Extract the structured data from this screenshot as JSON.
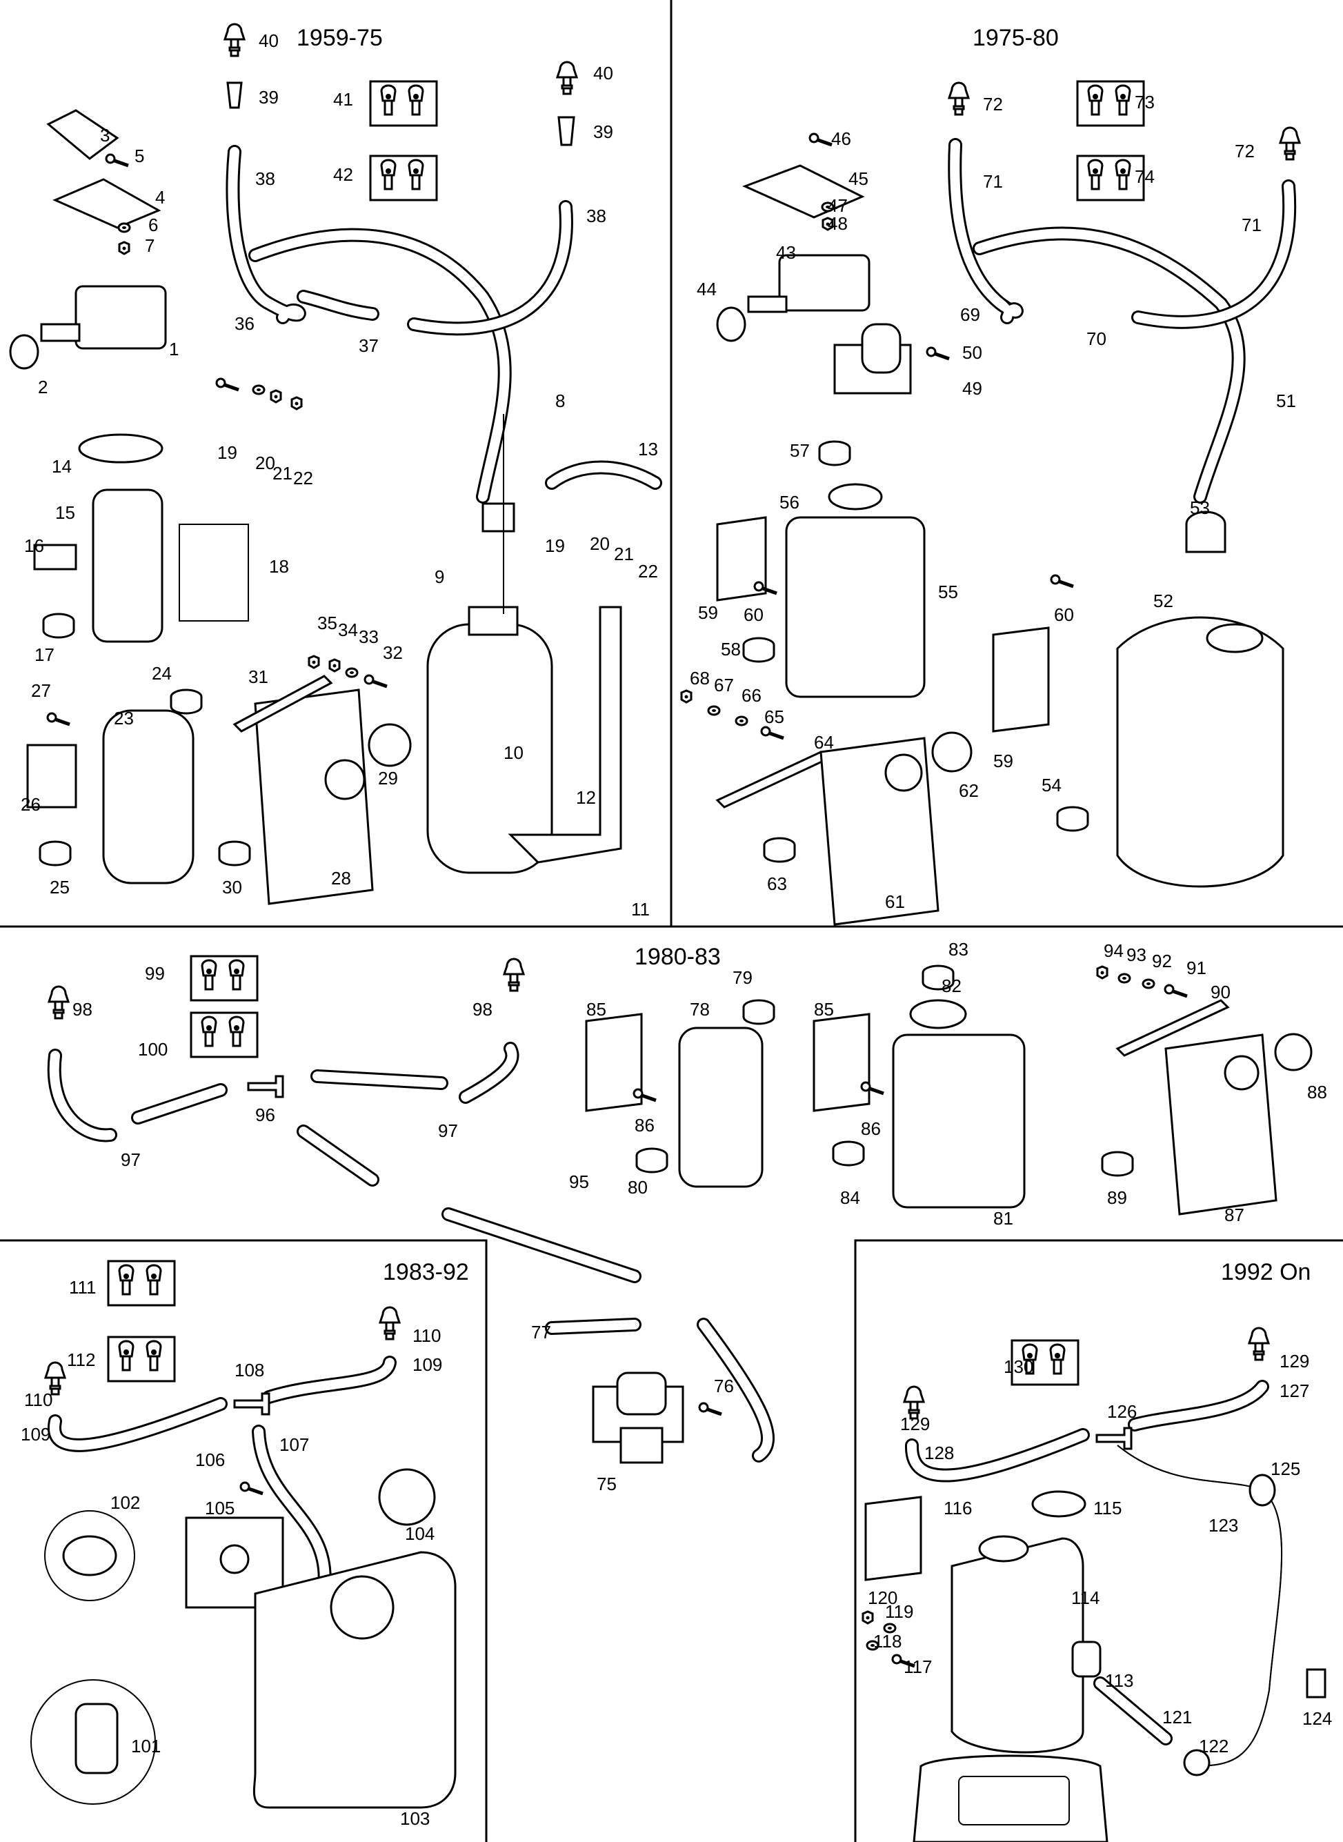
{
  "sections": [
    {
      "id": "s1959",
      "title": "1959-75"
    },
    {
      "id": "s1975",
      "title": "1975-80"
    },
    {
      "id": "s1980",
      "title": "1980-83"
    },
    {
      "id": "s1983",
      "title": "1983-92"
    },
    {
      "id": "s1992",
      "title": "1992 On"
    }
  ],
  "part_labels": [
    {
      "n": "40"
    },
    {
      "n": "39"
    },
    {
      "n": "41"
    },
    {
      "n": "42"
    },
    {
      "n": "40"
    },
    {
      "n": "39"
    },
    {
      "n": "3"
    },
    {
      "n": "5"
    },
    {
      "n": "38"
    },
    {
      "n": "4"
    },
    {
      "n": "6"
    },
    {
      "n": "7"
    },
    {
      "n": "38"
    },
    {
      "n": "36"
    },
    {
      "n": "37"
    },
    {
      "n": "1"
    },
    {
      "n": "2"
    },
    {
      "n": "8"
    },
    {
      "n": "13"
    },
    {
      "n": "14"
    },
    {
      "n": "19"
    },
    {
      "n": "20"
    },
    {
      "n": "21"
    },
    {
      "n": "22"
    },
    {
      "n": "15"
    },
    {
      "n": "9"
    },
    {
      "n": "19"
    },
    {
      "n": "20"
    },
    {
      "n": "21"
    },
    {
      "n": "22"
    },
    {
      "n": "16"
    },
    {
      "n": "18"
    },
    {
      "n": "17"
    },
    {
      "n": "35"
    },
    {
      "n": "34"
    },
    {
      "n": "33"
    },
    {
      "n": "32"
    },
    {
      "n": "24"
    },
    {
      "n": "31"
    },
    {
      "n": "27"
    },
    {
      "n": "23"
    },
    {
      "n": "10"
    },
    {
      "n": "29"
    },
    {
      "n": "12"
    },
    {
      "n": "26"
    },
    {
      "n": "25"
    },
    {
      "n": "30"
    },
    {
      "n": "28"
    },
    {
      "n": "11"
    },
    {
      "n": "72"
    },
    {
      "n": "73"
    },
    {
      "n": "46"
    },
    {
      "n": "72"
    },
    {
      "n": "45"
    },
    {
      "n": "71"
    },
    {
      "n": "74"
    },
    {
      "n": "47"
    },
    {
      "n": "48"
    },
    {
      "n": "71"
    },
    {
      "n": "43"
    },
    {
      "n": "44"
    },
    {
      "n": "69"
    },
    {
      "n": "70"
    },
    {
      "n": "50"
    },
    {
      "n": "49"
    },
    {
      "n": "51"
    },
    {
      "n": "57"
    },
    {
      "n": "56"
    },
    {
      "n": "53"
    },
    {
      "n": "55"
    },
    {
      "n": "59"
    },
    {
      "n": "60"
    },
    {
      "n": "60"
    },
    {
      "n": "52"
    },
    {
      "n": "58"
    },
    {
      "n": "68"
    },
    {
      "n": "67"
    },
    {
      "n": "66"
    },
    {
      "n": "65"
    },
    {
      "n": "64"
    },
    {
      "n": "62"
    },
    {
      "n": "59"
    },
    {
      "n": "54"
    },
    {
      "n": "63"
    },
    {
      "n": "61"
    },
    {
      "n": "83"
    },
    {
      "n": "94"
    },
    {
      "n": "93"
    },
    {
      "n": "92"
    },
    {
      "n": "91"
    },
    {
      "n": "99"
    },
    {
      "n": "79"
    },
    {
      "n": "82"
    },
    {
      "n": "90"
    },
    {
      "n": "98"
    },
    {
      "n": "85"
    },
    {
      "n": "85"
    },
    {
      "n": "78"
    },
    {
      "n": "98"
    },
    {
      "n": "100"
    },
    {
      "n": "96"
    },
    {
      "n": "86"
    },
    {
      "n": "86"
    },
    {
      "n": "88"
    },
    {
      "n": "97"
    },
    {
      "n": "97"
    },
    {
      "n": "80"
    },
    {
      "n": "84"
    },
    {
      "n": "89"
    },
    {
      "n": "95"
    },
    {
      "n": "81"
    },
    {
      "n": "87"
    },
    {
      "n": "111"
    },
    {
      "n": "110"
    },
    {
      "n": "112"
    },
    {
      "n": "109"
    },
    {
      "n": "108"
    },
    {
      "n": "110"
    },
    {
      "n": "107"
    },
    {
      "n": "109"
    },
    {
      "n": "106"
    },
    {
      "n": "102"
    },
    {
      "n": "105"
    },
    {
      "n": "104"
    },
    {
      "n": "101"
    },
    {
      "n": "103"
    },
    {
      "n": "77"
    },
    {
      "n": "76"
    },
    {
      "n": "75"
    },
    {
      "n": "130"
    },
    {
      "n": "129"
    },
    {
      "n": "127"
    },
    {
      "n": "126"
    },
    {
      "n": "129"
    },
    {
      "n": "128"
    },
    {
      "n": "125"
    },
    {
      "n": "116"
    },
    {
      "n": "115"
    },
    {
      "n": "123"
    },
    {
      "n": "114"
    },
    {
      "n": "120"
    },
    {
      "n": "119"
    },
    {
      "n": "118"
    },
    {
      "n": "117"
    },
    {
      "n": "113"
    },
    {
      "n": "121"
    },
    {
      "n": "122"
    },
    {
      "n": "124"
    }
  ]
}
